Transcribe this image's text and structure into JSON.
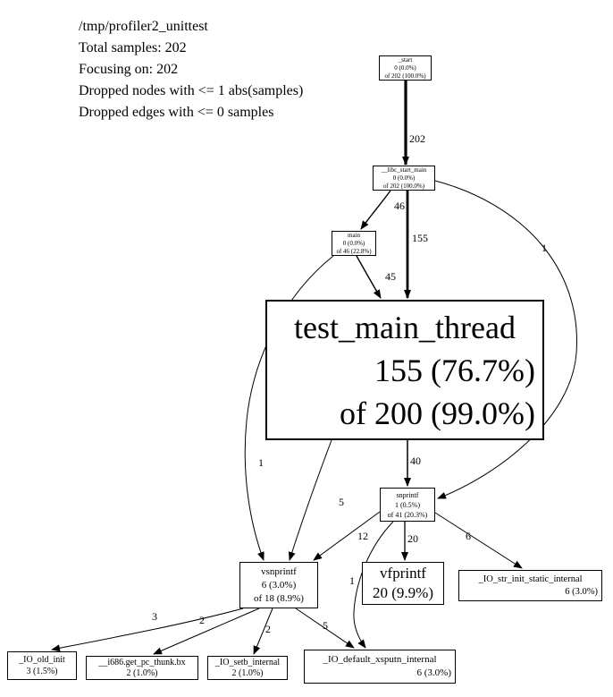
{
  "header": {
    "path": "/tmp/profiler2_unittest",
    "total_samples": "Total samples: 202",
    "focusing": "Focusing on: 202",
    "dropped_nodes": "Dropped nodes with <= 1 abs(samples)",
    "dropped_edges": "Dropped edges with <= 0 samples"
  },
  "nodes": {
    "start": {
      "name": "_start",
      "self": "0 (0.0%)",
      "cum": "of 202 (100.0%)"
    },
    "libc_start_main": {
      "name": "__libc_start_main",
      "self": "0 (0.0%)",
      "cum": "of 202 (100.0%)"
    },
    "main": {
      "name": "main",
      "self": "0 (0.0%)",
      "cum": "of 46 (22.8%)"
    },
    "test_main_thread": {
      "name": "test_main_thread",
      "self": "155 (76.7%)",
      "cum": "of 200 (99.0%)"
    },
    "snprintf": {
      "name": "snprintf",
      "self": "1 (0.5%)",
      "cum": "of 41 (20.3%)"
    },
    "vfprintf": {
      "name": "vfprintf",
      "self": "20 (9.9%)"
    },
    "io_str_init_static_internal": {
      "name": "_IO_str_init_static_internal",
      "self": "6 (3.0%)"
    },
    "vsnprintf": {
      "name": "vsnprintf",
      "self": "6 (3.0%)",
      "cum": "of 18 (8.9%)"
    },
    "io_old_init": {
      "name": "_IO_old_init",
      "self": "3 (1.5%)"
    },
    "get_pc_thunk": {
      "name": "__i686.get_pc_thunk.bx",
      "self": "2 (1.0%)"
    },
    "io_setb_internal": {
      "name": "_IO_setb_internal",
      "self": "2 (1.0%)"
    },
    "io_default_xsputn_internal": {
      "name": "_IO_default_xsputn_internal",
      "self": "6 (3.0%)"
    }
  },
  "edge_labels": {
    "start_to_libc": "202",
    "libc_to_main": "46",
    "libc_to_test_main_thread": "155",
    "libc_to_snprintf": "1",
    "main_to_test_main_thread": "45",
    "main_to_vsnprintf": "1",
    "test_to_snprintf": "40",
    "test_to_vsnprintf": "5",
    "snprintf_to_vsnprintf": "12",
    "snprintf_to_vfprintf": "20",
    "snprintf_to_io_str": "6",
    "snprintf_to_xsputn": "1",
    "vsnprintf_to_io_old_init": "3",
    "vsnprintf_to_get_pc_thunk": "2",
    "vsnprintf_to_io_setb": "2",
    "vsnprintf_to_xsputn": "5"
  },
  "colors": {
    "foreground": "#000000",
    "background": "#ffffff"
  }
}
